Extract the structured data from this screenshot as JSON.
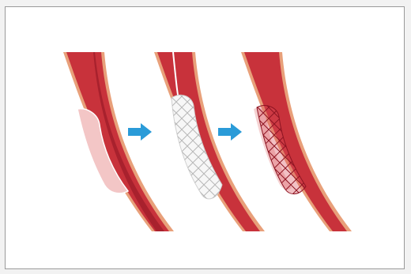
{
  "diagram": {
    "steps": [
      {
        "id": "narrowed-artery",
        "icon": "artery-with-plaque"
      },
      {
        "id": "balloon-stent-inserted",
        "icon": "balloon-with-stent"
      },
      {
        "id": "stent-expanded",
        "icon": "expanded-stent-in-artery"
      }
    ],
    "arrows": [
      {
        "icon": "right-arrow-icon"
      },
      {
        "icon": "right-arrow-icon"
      }
    ],
    "colors": {
      "background": "#ffffff",
      "frame_border": "#9a9a9a",
      "vessel_wall": "#c8323b",
      "vessel_inner": "#8e1422",
      "vessel_outline": "#e8a07a",
      "plaque": "#f3c6c6",
      "balloon": "#f7f7f7",
      "stent_mesh": "#8e1422",
      "arrow": "#2a9bd8"
    }
  }
}
